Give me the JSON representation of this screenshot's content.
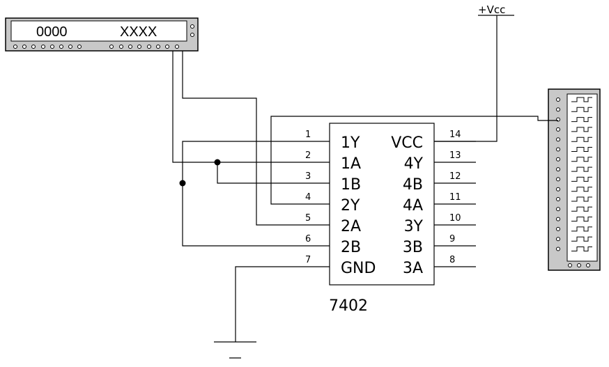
{
  "word_generator": {
    "address_text": "0000",
    "data_text": "XXXX"
  },
  "supply": {
    "label": "+Vcc"
  },
  "chip": {
    "part_number": "7402",
    "left_pins": [
      {
        "num": "1",
        "label": "1Y"
      },
      {
        "num": "2",
        "label": "1A"
      },
      {
        "num": "3",
        "label": "1B"
      },
      {
        "num": "4",
        "label": "2Y"
      },
      {
        "num": "5",
        "label": "2A"
      },
      {
        "num": "6",
        "label": "2B"
      },
      {
        "num": "7",
        "label": "GND"
      }
    ],
    "right_pins": [
      {
        "num": "14",
        "label": "VCC"
      },
      {
        "num": "13",
        "label": "4Y"
      },
      {
        "num": "12",
        "label": "4B"
      },
      {
        "num": "11",
        "label": "4A"
      },
      {
        "num": "10",
        "label": "3Y"
      },
      {
        "num": "9",
        "label": "3B"
      },
      {
        "num": "8",
        "label": "3A"
      }
    ]
  },
  "colors": {
    "instrument_body": "#c8c8c8",
    "wire": "#000000"
  }
}
